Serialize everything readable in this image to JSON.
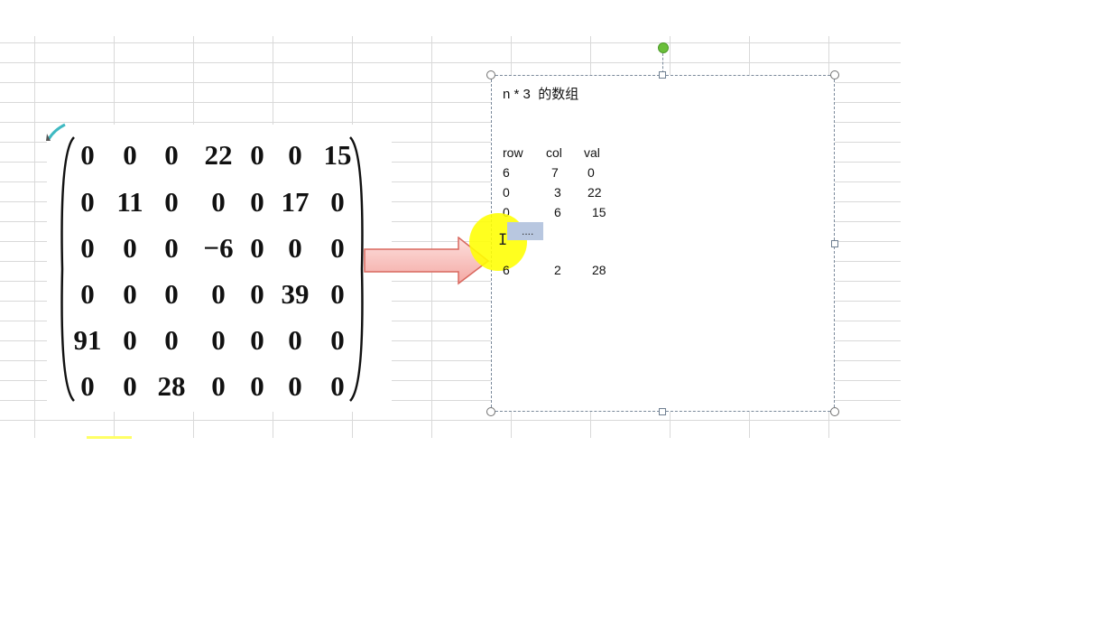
{
  "matrix": {
    "rows": [
      [
        "0",
        "0",
        "0",
        "22",
        "0",
        "0",
        "15"
      ],
      [
        "0",
        "11",
        "0",
        "0",
        "0",
        "17",
        "0"
      ],
      [
        "0",
        "0",
        "0",
        "−6",
        "0",
        "0",
        "0"
      ],
      [
        "0",
        "0",
        "0",
        "0",
        "0",
        "39",
        "0"
      ],
      [
        "91",
        "0",
        "0",
        "0",
        "0",
        "0",
        "0"
      ],
      [
        "0",
        "0",
        "28",
        "0",
        "0",
        "0",
        "0"
      ]
    ]
  },
  "textbox": {
    "title": "n * 3  的数组",
    "header": {
      "row": "row",
      "col": "col",
      "val": "val"
    },
    "lines": [
      {
        "row": "6",
        "col": "7",
        "val": "0"
      },
      {
        "row": "0",
        "col": "3",
        "val": "22"
      },
      {
        "row": "0",
        "col": "6",
        "val": "15"
      }
    ],
    "ellipsis": "....",
    "last_line": {
      "row": "6",
      "col": "2",
      "val": "28"
    }
  },
  "icons": {
    "cursor": "i-beam-cursor-icon",
    "arrow": "right-arrow-icon",
    "rotate": "rotate-handle-icon"
  },
  "colors": {
    "arrow_fill": "#f9c2c2",
    "arrow_stroke": "#d9685f",
    "spotlight": "#ffff00",
    "rotate_handle": "#6abf3a",
    "selection": "#b8c7e0"
  }
}
